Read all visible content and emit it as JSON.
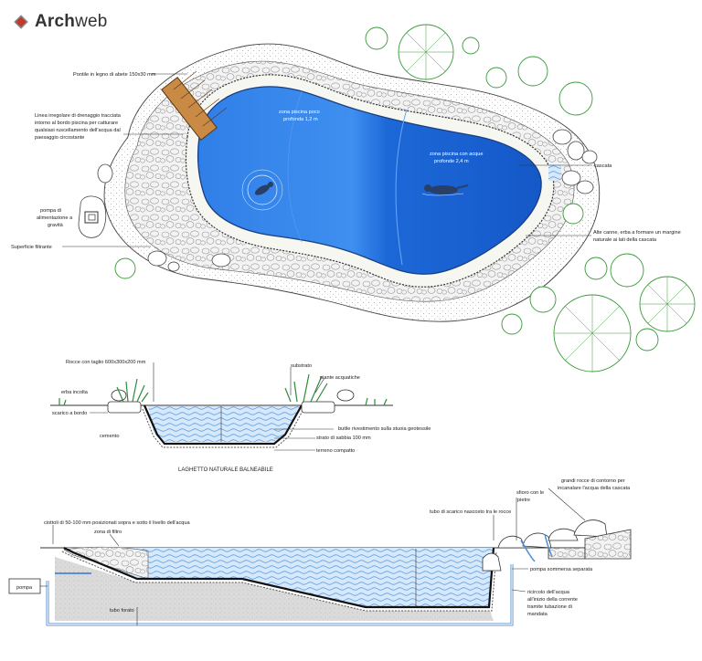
{
  "brand": {
    "name_bold": "Arch",
    "name_light": "web"
  },
  "plan_view": {
    "labels": {
      "bridge": "Pontile in legno di abete 150x30 mm",
      "drain_line_1": "Linea irregolare di drenaggio tracciata",
      "drain_line_2": "intorno al bordo piscina per catturare",
      "drain_line_3": "qualsiasi ruscellamento dell'acqua dal",
      "drain_line_4": "paesaggio circostante",
      "pump_1": "pompa di",
      "pump_2": "alimentazione a",
      "pump_3": "gravità",
      "filter_surface": "Superficie filtrante",
      "shallow_1": "zona piscina poco",
      "shallow_2": "profonda 1,2 m",
      "deep_1": "zona piscina con acque",
      "deep_2": "profonde 2,4 m",
      "waterfall": "cascata",
      "reeds_1": "Alte canne, erba a formare un margine",
      "reeds_2": "naturale ai lati della cascata"
    }
  },
  "section_1": {
    "labels": {
      "rocks": "Rocce con taglio 600x300x200 mm",
      "substrate": "substrato",
      "aquatic_plants": "piante acquatiche",
      "grass": "erba incolta",
      "edge_drain": "scarico a bordo",
      "cement": "cemento",
      "liner": "butile rivestimento sulla stuoia geotessile",
      "sand_layer": "strato di sabbia 100 mm",
      "compacted_soil": "terreno compatto"
    },
    "caption": "LAGHETTO NATURALE BALNEABILE"
  },
  "section_2": {
    "labels": {
      "gravel_1": "ciottoli di 50-100 mm posizionati sopra e sotto il livello dell'acqua",
      "filter_zone": "zona di filtro",
      "pump": "pompa",
      "perforated_pipe": "tubo forato",
      "hidden_pipe": "tubo di scarico nascosto tra le rocce",
      "outlet_1": "sfioro con le",
      "outlet_2": "pietre",
      "big_rocks_1": "grandi rocce di contorno per",
      "big_rocks_2": "incanalare l'acqua della cascata",
      "sub_pump": "pompa sommersa separata",
      "recirc_1": "ricircolo dell'acqua",
      "recirc_2": "all'inizio della corrente",
      "recirc_3": "tramite tubazione di",
      "recirc_4": "mandata",
      "pump_box": "pompa"
    }
  },
  "colors": {
    "water_deep": "#1f6fe0",
    "water_mid": "#3b8bef",
    "water_light": "#bcd9f7",
    "plant_green": "#2e8b3a",
    "tree_outline": "#3a9a3a",
    "soil_grey": "#9a9a9a",
    "line_dark": "#222222"
  }
}
